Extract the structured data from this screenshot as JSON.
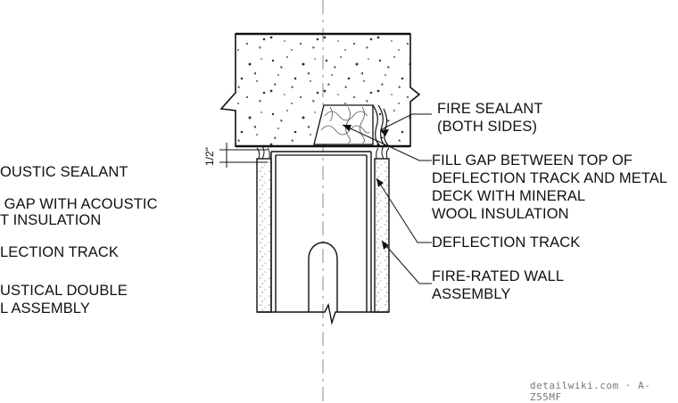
{
  "labels": {
    "fire_sealant": [
      "FIRE SEALANT",
      "(BOTH SIDES)"
    ],
    "fill_gap": [
      "FILL GAP BETWEEN TOP OF",
      "DEFLECTION TRACK AND METAL",
      "DECK WITH MINERAL",
      "WOOL INSULATION"
    ],
    "deflection_track": [
      "DEFLECTION TRACK"
    ],
    "fire_rated_wall": [
      "FIRE-RATED WALL",
      "ASSEMBLY"
    ],
    "left_acoustic_sealant": [
      "OUSTIC SEALANT"
    ],
    "left_gap": [
      " GAP WITH ACOUSTIC",
      "T INSULATION"
    ],
    "left_deflection": [
      "LECTION TRACK"
    ],
    "left_double_wall": [
      "USTICAL DOUBLE",
      "L ASSEMBLY"
    ]
  },
  "dimension": "1/2\"",
  "watermark": "detailwiki.com · A-Z55MF"
}
